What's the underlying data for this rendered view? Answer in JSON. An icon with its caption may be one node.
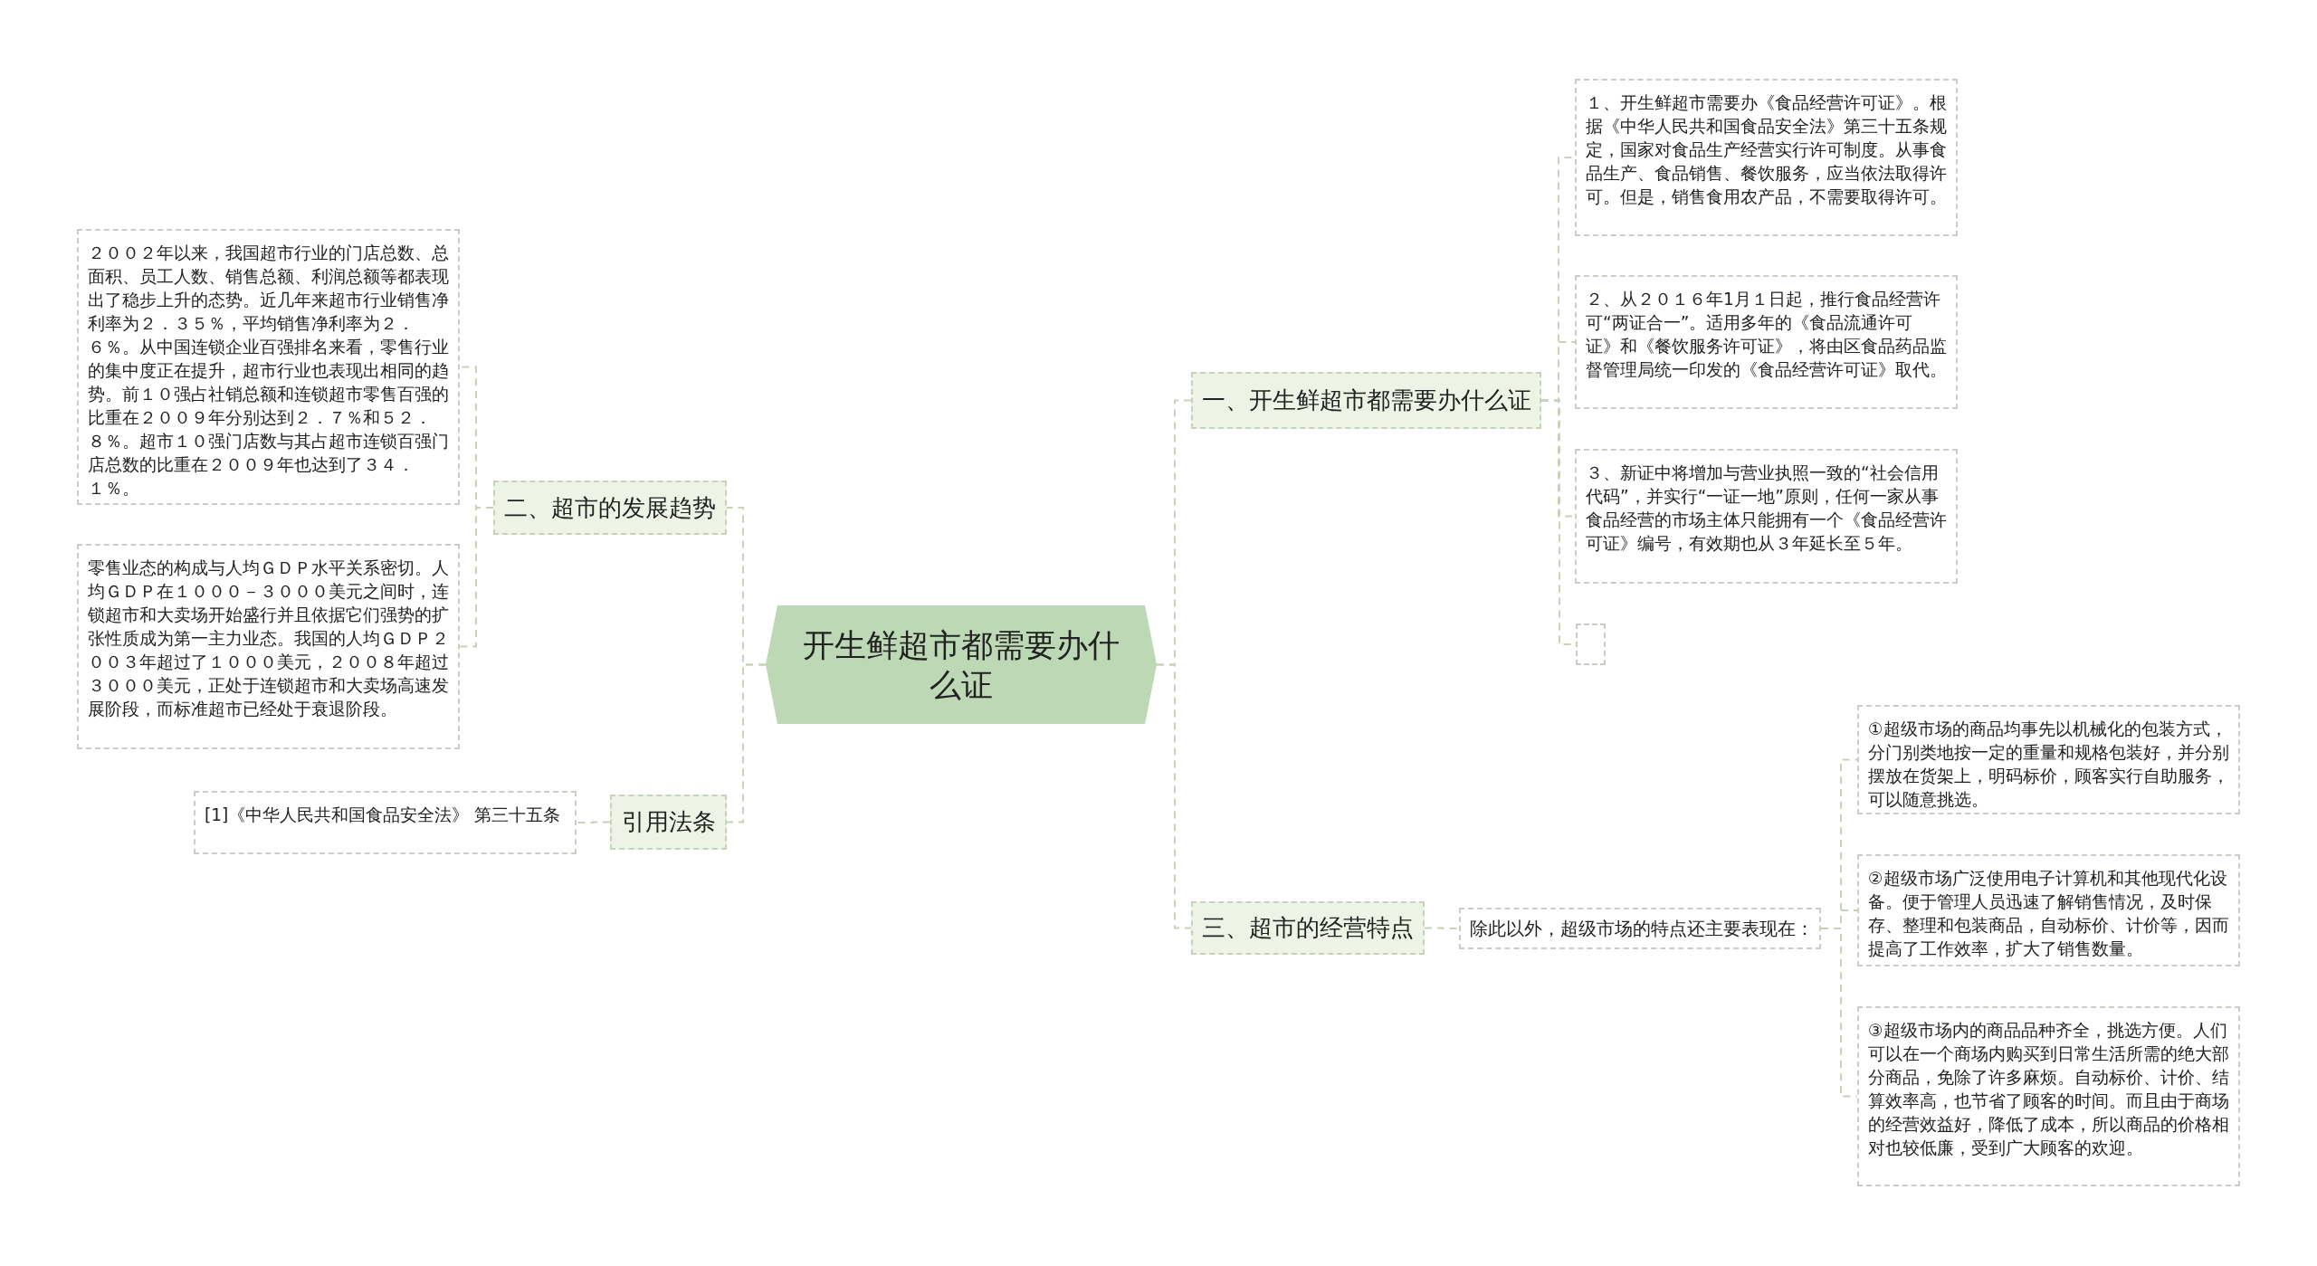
{
  "diagram": {
    "nodes": [
      {
        "text": [
          "开生鲜超市都需要办什么证"
        ]
      },
      {
        "text": [
          "一、开生鲜超市都需要办什么证"
        ]
      },
      {
        "text": [
          "１、开生鲜超市需要办《食品经营许可证》。根据《中华人民共和国食品安全法》第三十五条规定，国家对食品生产经营实行许可制度。从事食品生产、食品销售、餐饮服务，应当依法取得许可。但是，销售食用农产品，不需要取得许可。"
        ]
      },
      {
        "text": [
          "２、从２０１６年1月１日起，推行食品经营许可“两证合一”。适用多年的《食品流通许可证》和《餐饮服务许可证》，将由区食品药品监督管理局统一印发的《食品经营许可证》取代。"
        ]
      },
      {
        "text": [
          "３、新证中将增加与营业执照一致的“社会信用代码”，并实行“一证一地”原则，任何一家从事食品经营的市场主体只能拥有一个《食品经营许可证》编号，有效期也从３年延长至５年。"
        ]
      },
      {
        "text": [],
        "shape": "box"
      },
      {
        "text": [
          "三、超市的经营特点"
        ]
      },
      {
        "text": [
          "除此以外，超级市场的特点还主要表现在："
        ]
      },
      {
        "text": [
          "①超级市场的商品均事先以机械化的包装方式，分门别类地按一定的重量和规格包装好，并分别摆放在货架上，明码标价，顾客实行自助服务，可以随意挑选。"
        ]
      },
      {
        "text": [
          "②超级市场广泛使用电子计算机和其他现代化设备。便于管理人员迅速了解销售情况，及时保存、整理和包装商品，自动标价、计价等，因而提高了工作效率，扩大了销售数量。"
        ]
      },
      {
        "text": [
          "③超级市场内的商品品种齐全，挑选方便。人们可以在一个商场内购买到日常生活所需的绝大部分商品，免除了许多麻烦。自动标价、计价、结算效率高，也节省了顾客的时间。而且由于商场的经营效益好，降低了成本，所以商品的价格相对也较低廉，受到广大顾客的欢迎。"
        ]
      },
      {
        "text": [
          "二、超市的发展趋势"
        ]
      },
      {
        "text": [
          "２００２年以来，我国超市行业的门店总数、总面积、员工人数、销售总额、利润总额等都表现出了稳步上升的态势。近几年来超市行业销售净利率为２．３５％，平均销售净利率为２．６％。从中国连锁企业百强排名来看，零售行业的集中度正在提升，超市行业也表现出相同的趋势。前１０强占社销总额和连锁超市零售百强的比重在２００９年分别达到２．７％和５２．８％。超市１０强门店数与其占超市连锁百强门店总数的比重在２００９年也达到了３４．１％。"
        ]
      },
      {
        "text": [
          "零售业态的构成与人均ＧＤＰ水平关系密切。人均ＧＤＰ在１０００－３０００美元之间时，连锁超市和大卖场开始盛行并且依据它们强势的扩张性质成为第一主力业态。我国的人均ＧＤＰ２００３年超过了１０００美元，２００８年超过３０００美元，正处于连锁超市和大卖场高速发展阶段，而标准超市已经处于衰退阶段。"
        ]
      },
      {
        "text": [
          "引用法条"
        ]
      },
      {
        "text": [
          "[1]《中华人民共和国食品安全法》 第三十五条"
        ]
      }
    ],
    "edges": [
      {
        "from": 0,
        "to": 1,
        "arrow": "none"
      },
      {
        "from": 1,
        "to": 2,
        "arrow": "none"
      },
      {
        "from": 1,
        "to": 3,
        "arrow": "none"
      },
      {
        "from": 1,
        "to": 4,
        "arrow": "none"
      },
      {
        "from": 1,
        "to": 5,
        "arrow": "none"
      },
      {
        "from": 0,
        "to": 6,
        "arrow": "none"
      },
      {
        "from": 6,
        "to": 7,
        "arrow": "none"
      },
      {
        "from": 7,
        "to": 8,
        "arrow": "none"
      },
      {
        "from": 7,
        "to": 9,
        "arrow": "none"
      },
      {
        "from": 7,
        "to": 10,
        "arrow": "none"
      },
      {
        "from": 0,
        "to": 11,
        "arrow": "none"
      },
      {
        "from": 11,
        "to": 12,
        "arrow": "none"
      },
      {
        "from": 11,
        "to": 13,
        "arrow": "none"
      },
      {
        "from": 0,
        "to": 14,
        "arrow": "none"
      },
      {
        "from": 14,
        "to": 15,
        "arrow": "none"
      }
    ]
  }
}
